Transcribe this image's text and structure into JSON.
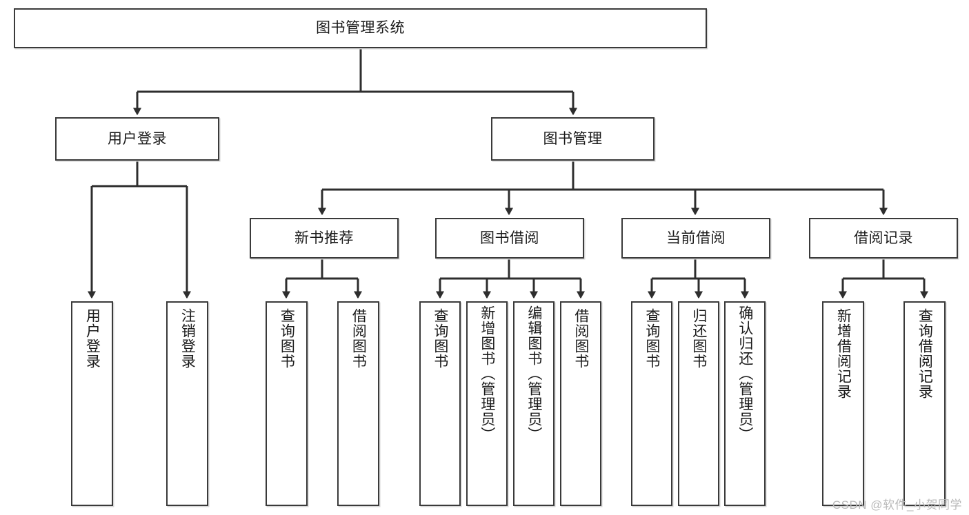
{
  "diagram": {
    "type": "tree-hierarchy",
    "title_node": {
      "id": "root",
      "label": "图书管理系统"
    },
    "level2": [
      {
        "id": "login",
        "label": "用户登录"
      },
      {
        "id": "bookmgmt",
        "label": "图书管理"
      }
    ],
    "level3": [
      {
        "id": "newbook",
        "label": "新书推荐",
        "parent": "bookmgmt"
      },
      {
        "id": "borrow",
        "label": "图书借阅",
        "parent": "bookmgmt"
      },
      {
        "id": "current",
        "label": "当前借阅",
        "parent": "bookmgmt"
      },
      {
        "id": "records",
        "label": "借阅记录",
        "parent": "bookmgmt"
      }
    ],
    "leaves": {
      "login": [
        {
          "id": "leaf-user-login",
          "label": "用户登录"
        },
        {
          "id": "leaf-user-logout",
          "label": "注销登录"
        }
      ],
      "newbook": [
        {
          "id": "leaf-query-book-1",
          "label": "查询图书"
        },
        {
          "id": "leaf-borrow-book-1",
          "label": "借阅图书"
        }
      ],
      "borrow": [
        {
          "id": "leaf-query-book-2",
          "label": "查询图书"
        },
        {
          "id": "leaf-add-book",
          "label": "新增图书（管理员）"
        },
        {
          "id": "leaf-edit-book",
          "label": "编辑图书（管理员）"
        },
        {
          "id": "leaf-borrow-book-2",
          "label": "借阅图书"
        }
      ],
      "current": [
        {
          "id": "leaf-query-book-3",
          "label": "查询图书"
        },
        {
          "id": "leaf-return-book",
          "label": "归还图书"
        },
        {
          "id": "leaf-confirm-return",
          "label": "确认归还（管理员）"
        }
      ],
      "records": [
        {
          "id": "leaf-add-record",
          "label": "新增借阅记录"
        },
        {
          "id": "leaf-query-record",
          "label": "查询借阅记录"
        }
      ]
    },
    "colors": {
      "box_border": "#3a3a3a",
      "box_fill": "#ffffff",
      "connector": "#2e2e2e",
      "text": "#1b1b1b",
      "watermark": "#b9b9b9",
      "background": "#ffffff"
    }
  },
  "watermark": {
    "text": "CSDN @软件_小贺同学"
  }
}
